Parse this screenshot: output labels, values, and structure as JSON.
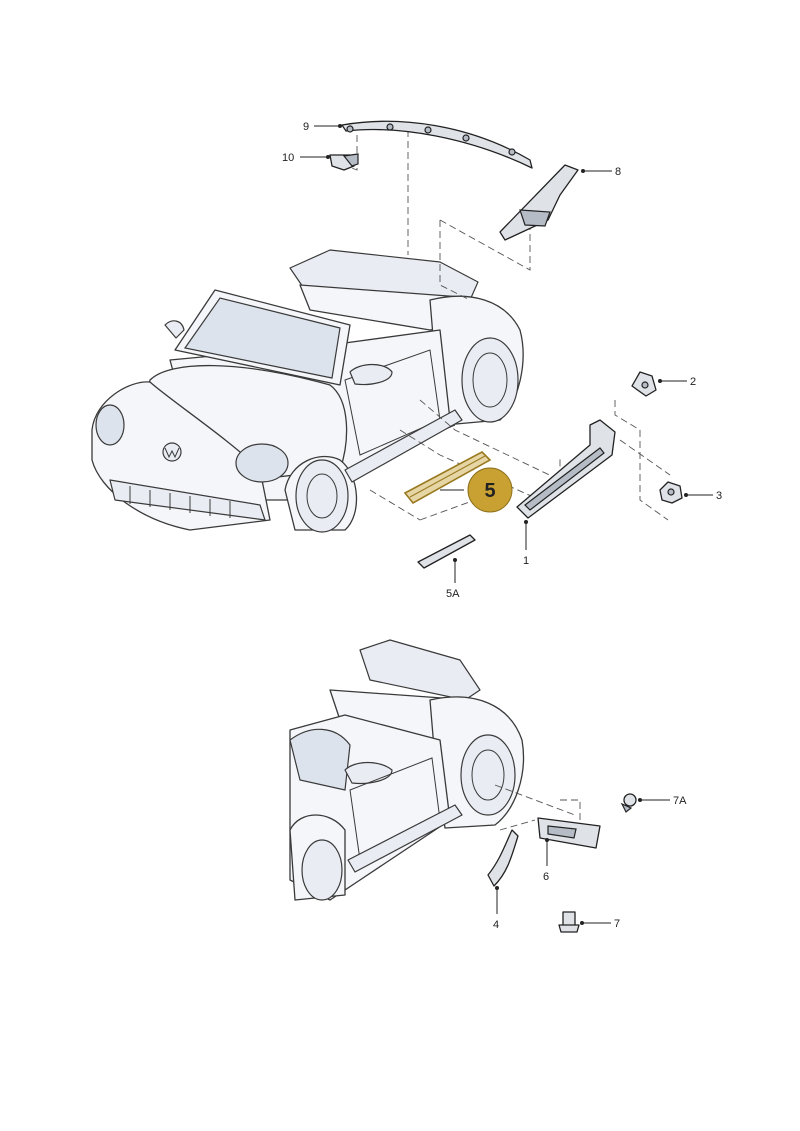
{
  "parts": [
    {
      "id": "p9",
      "label": "9"
    },
    {
      "id": "p10",
      "label": "10"
    },
    {
      "id": "p8",
      "label": "8"
    },
    {
      "id": "p2",
      "label": "2"
    },
    {
      "id": "p3",
      "label": "3"
    },
    {
      "id": "p1",
      "label": "1"
    },
    {
      "id": "p5a",
      "label": "5A"
    },
    {
      "id": "p7a",
      "label": "7A"
    },
    {
      "id": "p6",
      "label": "6"
    },
    {
      "id": "p4",
      "label": "4"
    },
    {
      "id": "p7",
      "label": "7"
    }
  ],
  "highlight": {
    "label": "5",
    "color": "#c9a133"
  }
}
